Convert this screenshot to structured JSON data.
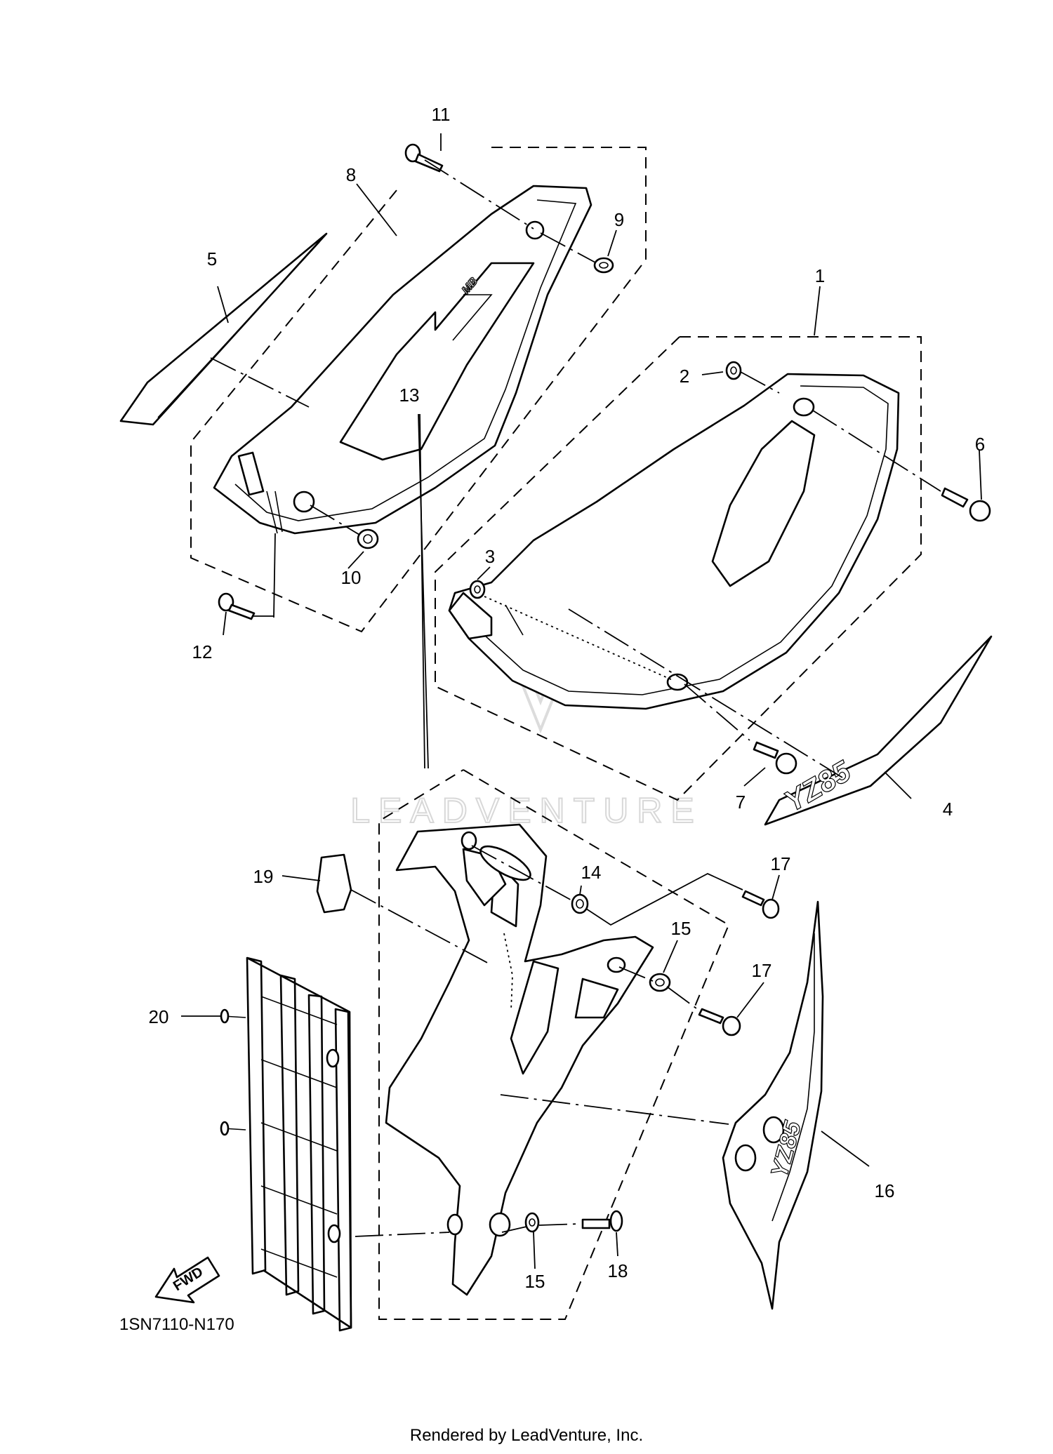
{
  "diagram_code": "1SN7110-N170",
  "footer": "Rendered by LeadVenture, Inc.",
  "watermark": "LEADVENTURE",
  "fwd_arrow": "FWD",
  "decal_4_text": "YZ85",
  "callouts": {
    "c1": "1",
    "c2": "2",
    "c3": "3",
    "c4": "4",
    "c5": "5",
    "c6": "6",
    "c7": "7",
    "c8": "8",
    "c9": "9",
    "c10": "10",
    "c11": "11",
    "c12": "12",
    "c13": "13",
    "c14": "14",
    "c15a": "15",
    "c15b": "15",
    "c16": "16",
    "c17a": "17",
    "c17b": "17",
    "c18": "18",
    "c19": "19",
    "c20": "20"
  }
}
